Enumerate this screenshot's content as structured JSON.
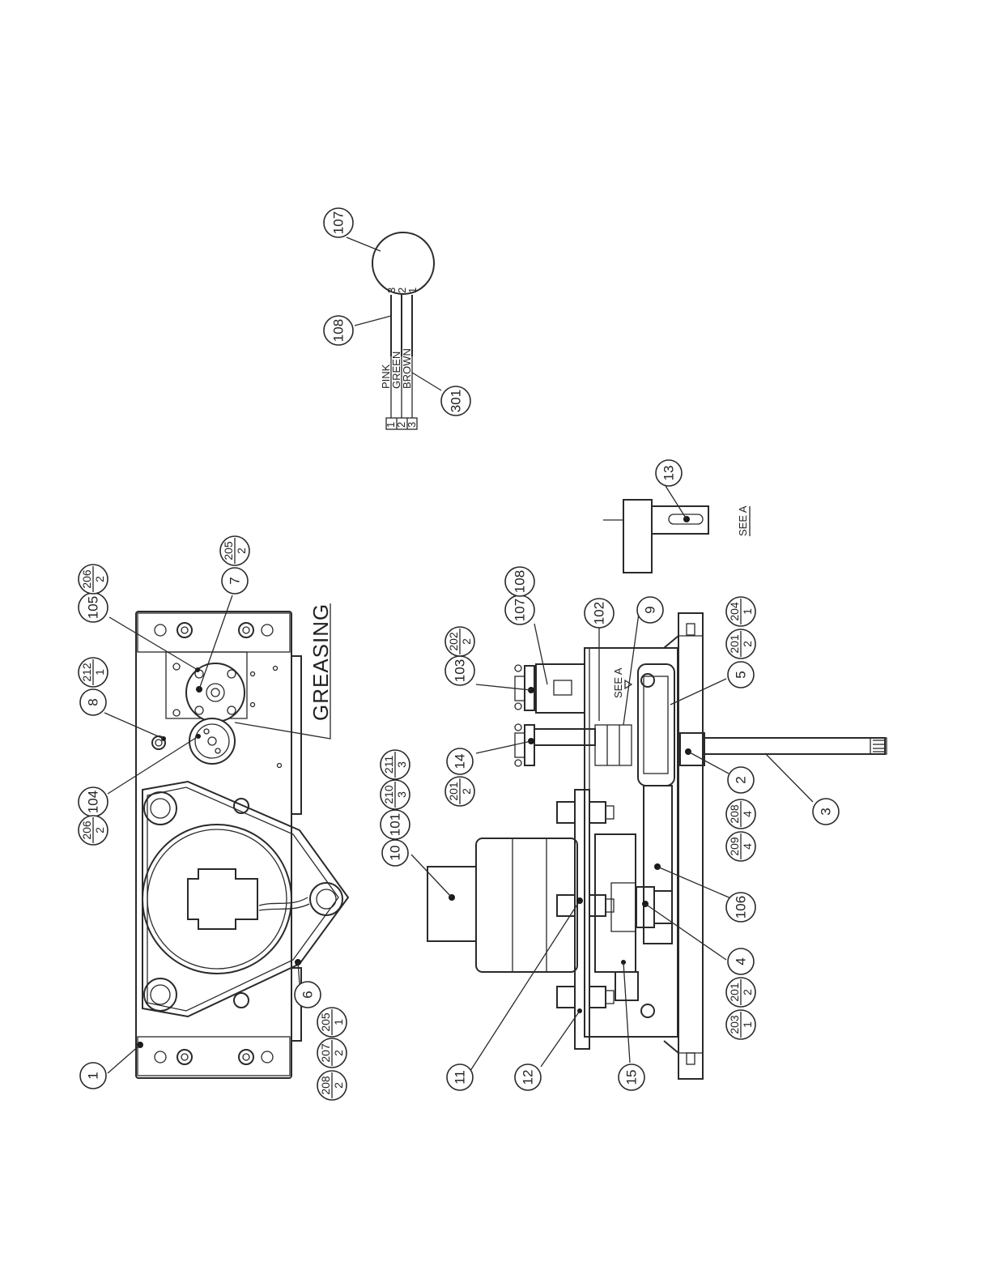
{
  "labels": {
    "greasing": "GREASING",
    "see_a_view": "SEE A",
    "see_a_arrow": "SEE A",
    "wire_pink": "PINK",
    "wire_green": "GREEN",
    "wire_brown": "BROWN",
    "pin1": "1",
    "pin2": "2",
    "pin3": "3",
    "term1": "1",
    "term2": "2",
    "term3": "3"
  },
  "balloons": {
    "b1": "1",
    "b2": "2",
    "b3": "3",
    "b4": "4",
    "b5": "5",
    "b6": "6",
    "b7": "7",
    "b8": "8",
    "b9": "9",
    "b10": "10",
    "b11": "11",
    "b12": "12",
    "b13": "13",
    "b14": "14",
    "b15": "15",
    "b101": "101",
    "b102": "102",
    "b103": "103",
    "b104": "104",
    "b105": "105",
    "b106": "106",
    "b107a": "107",
    "b107b": "107",
    "b108a": "108",
    "b108b": "108",
    "b301": "301"
  },
  "qty_balloons": {
    "q206a": {
      "part": "206",
      "qty": "2"
    },
    "q206b": {
      "part": "206",
      "qty": "2"
    },
    "q212": {
      "part": "212",
      "qty": "1"
    },
    "q205a": {
      "part": "205",
      "qty": "2"
    },
    "q205b": {
      "part": "205",
      "qty": "1"
    },
    "q207": {
      "part": "207",
      "qty": "2"
    },
    "q208a": {
      "part": "208",
      "qty": "2"
    },
    "q208b": {
      "part": "208",
      "qty": "4"
    },
    "q209": {
      "part": "209",
      "qty": "4"
    },
    "q210": {
      "part": "210",
      "qty": "3"
    },
    "q211": {
      "part": "211",
      "qty": "3"
    },
    "q201a": {
      "part": "201",
      "qty": "2"
    },
    "q201b": {
      "part": "201",
      "qty": "2"
    },
    "q201c": {
      "part": "201",
      "qty": "2"
    },
    "q202": {
      "part": "202",
      "qty": "2"
    },
    "q203": {
      "part": "203",
      "qty": "1"
    },
    "q204": {
      "part": "204",
      "qty": "1"
    }
  }
}
